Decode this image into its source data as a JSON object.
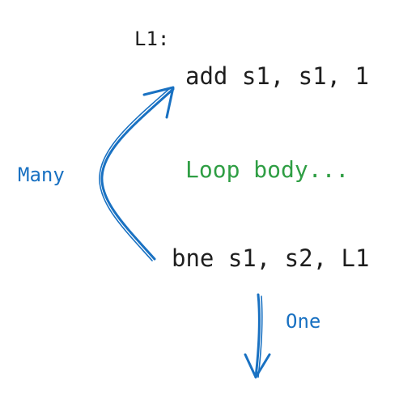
{
  "diagram": {
    "label": "L1:",
    "instructions": {
      "add": "add s1, s1, 1",
      "bne": "bne s1, s2, L1"
    },
    "loop_note": "Loop body...",
    "edges": {
      "backward_label": "Many",
      "forward_label": "One"
    }
  },
  "colors": {
    "text": "#1e1e1e",
    "note": "#2f9e44",
    "arrow": "#1971c2",
    "background": "#ffffff"
  }
}
